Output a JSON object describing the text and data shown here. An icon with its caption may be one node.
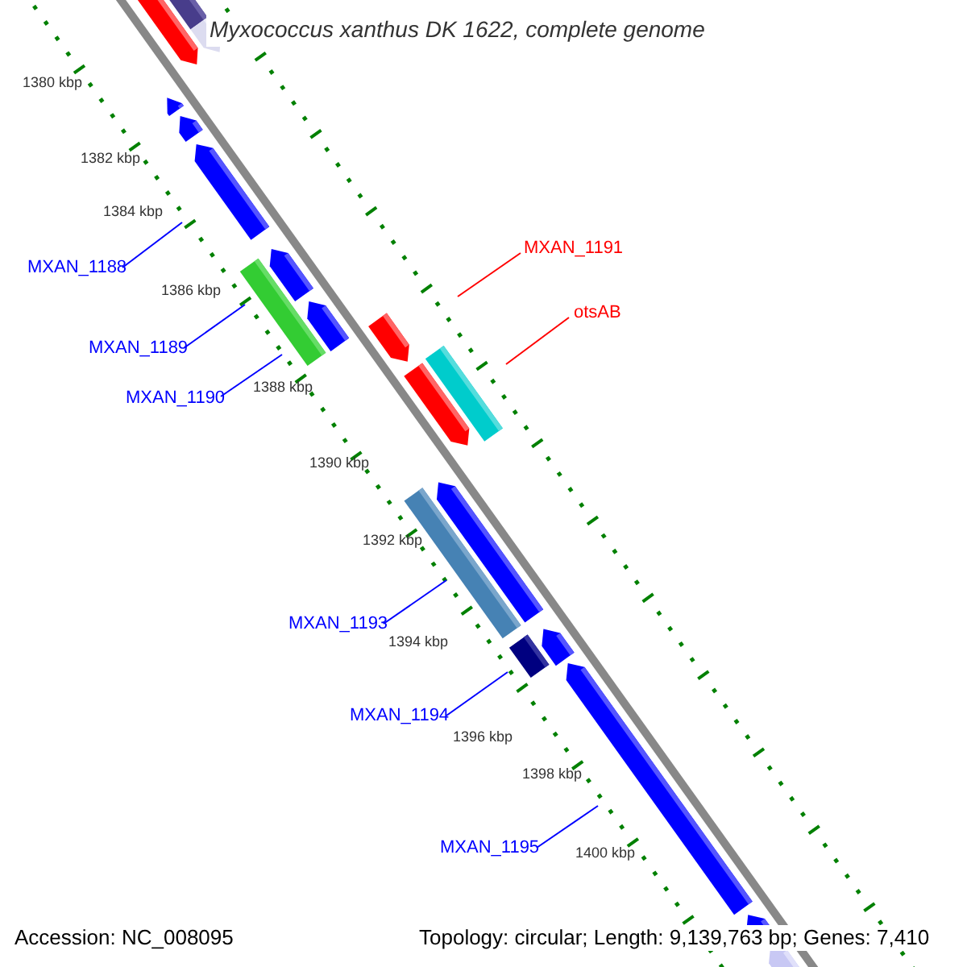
{
  "diagram": {
    "title": "Myxococcus xanthus DK 1622, complete genome",
    "nodes": [
      {
        "text": [
          "MXAN_1188"
        ]
      },
      {
        "text": [
          "MXAN_1189"
        ]
      },
      {
        "text": [
          "MXAN_1190"
        ]
      },
      {
        "text": [
          "MXAN_1191"
        ]
      },
      {
        "text": [
          "otsAB"
        ]
      },
      {
        "text": [
          "MXAN_1193"
        ]
      },
      {
        "text": [
          "MXAN_1194"
        ]
      },
      {
        "text": [
          "MXAN_1195"
        ]
      }
    ],
    "edges": [
      {
        "from": 0,
        "to": null,
        "arrow": "none"
      },
      {
        "from": 1,
        "to": null,
        "arrow": "none"
      },
      {
        "from": 2,
        "to": null,
        "arrow": "none"
      },
      {
        "from": 3,
        "to": null,
        "arrow": "none",
        "color": "#ff0000"
      },
      {
        "from": 4,
        "to": null,
        "arrow": "none",
        "color": "#ff0000"
      },
      {
        "from": 5,
        "to": null,
        "arrow": "none"
      },
      {
        "from": 6,
        "to": null,
        "arrow": "none"
      },
      {
        "from": 7,
        "to": null,
        "arrow": "none"
      }
    ],
    "labels": [
      "1380 kbp",
      "1382 kbp",
      "1384 kbp",
      "1386 kbp",
      "1388 kbp",
      "1390 kbp",
      "1392 kbp",
      "1394 kbp",
      "1396 kbp",
      "1398 kbp",
      "1400 kbp",
      "Accession: NC_008095",
      "Topology: circular; Length: 9,139,763 bp; Genes: 7,410"
    ]
  }
}
